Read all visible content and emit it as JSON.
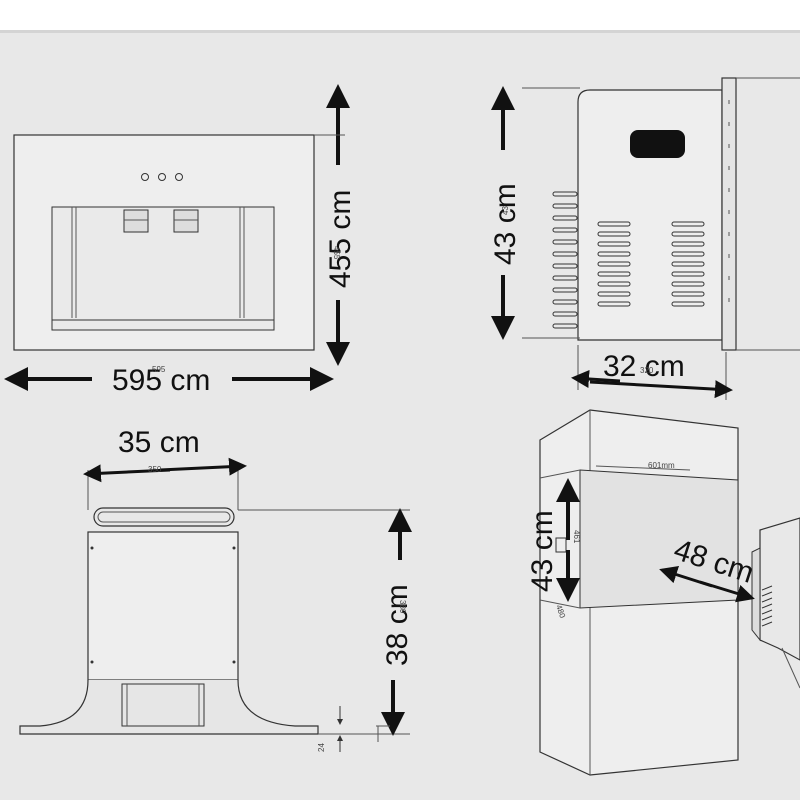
{
  "front_view": {
    "width_label": "595 cm",
    "height_label": "455 cm",
    "small_width": "595",
    "small_height": "455"
  },
  "side_view": {
    "height_label": "43 cm",
    "depth_label": "32 cm",
    "small_height": "43",
    "small_depth": "320"
  },
  "top_view": {
    "width_label": "35 cm",
    "height_label": "38 cm",
    "small_width": "350",
    "small_height": "380",
    "base_label": "24"
  },
  "cabinet_view": {
    "height_label": "43 cm",
    "depth_label": "48 cm",
    "width_small": "601mm",
    "height_small": "461",
    "depth_small": "480"
  }
}
